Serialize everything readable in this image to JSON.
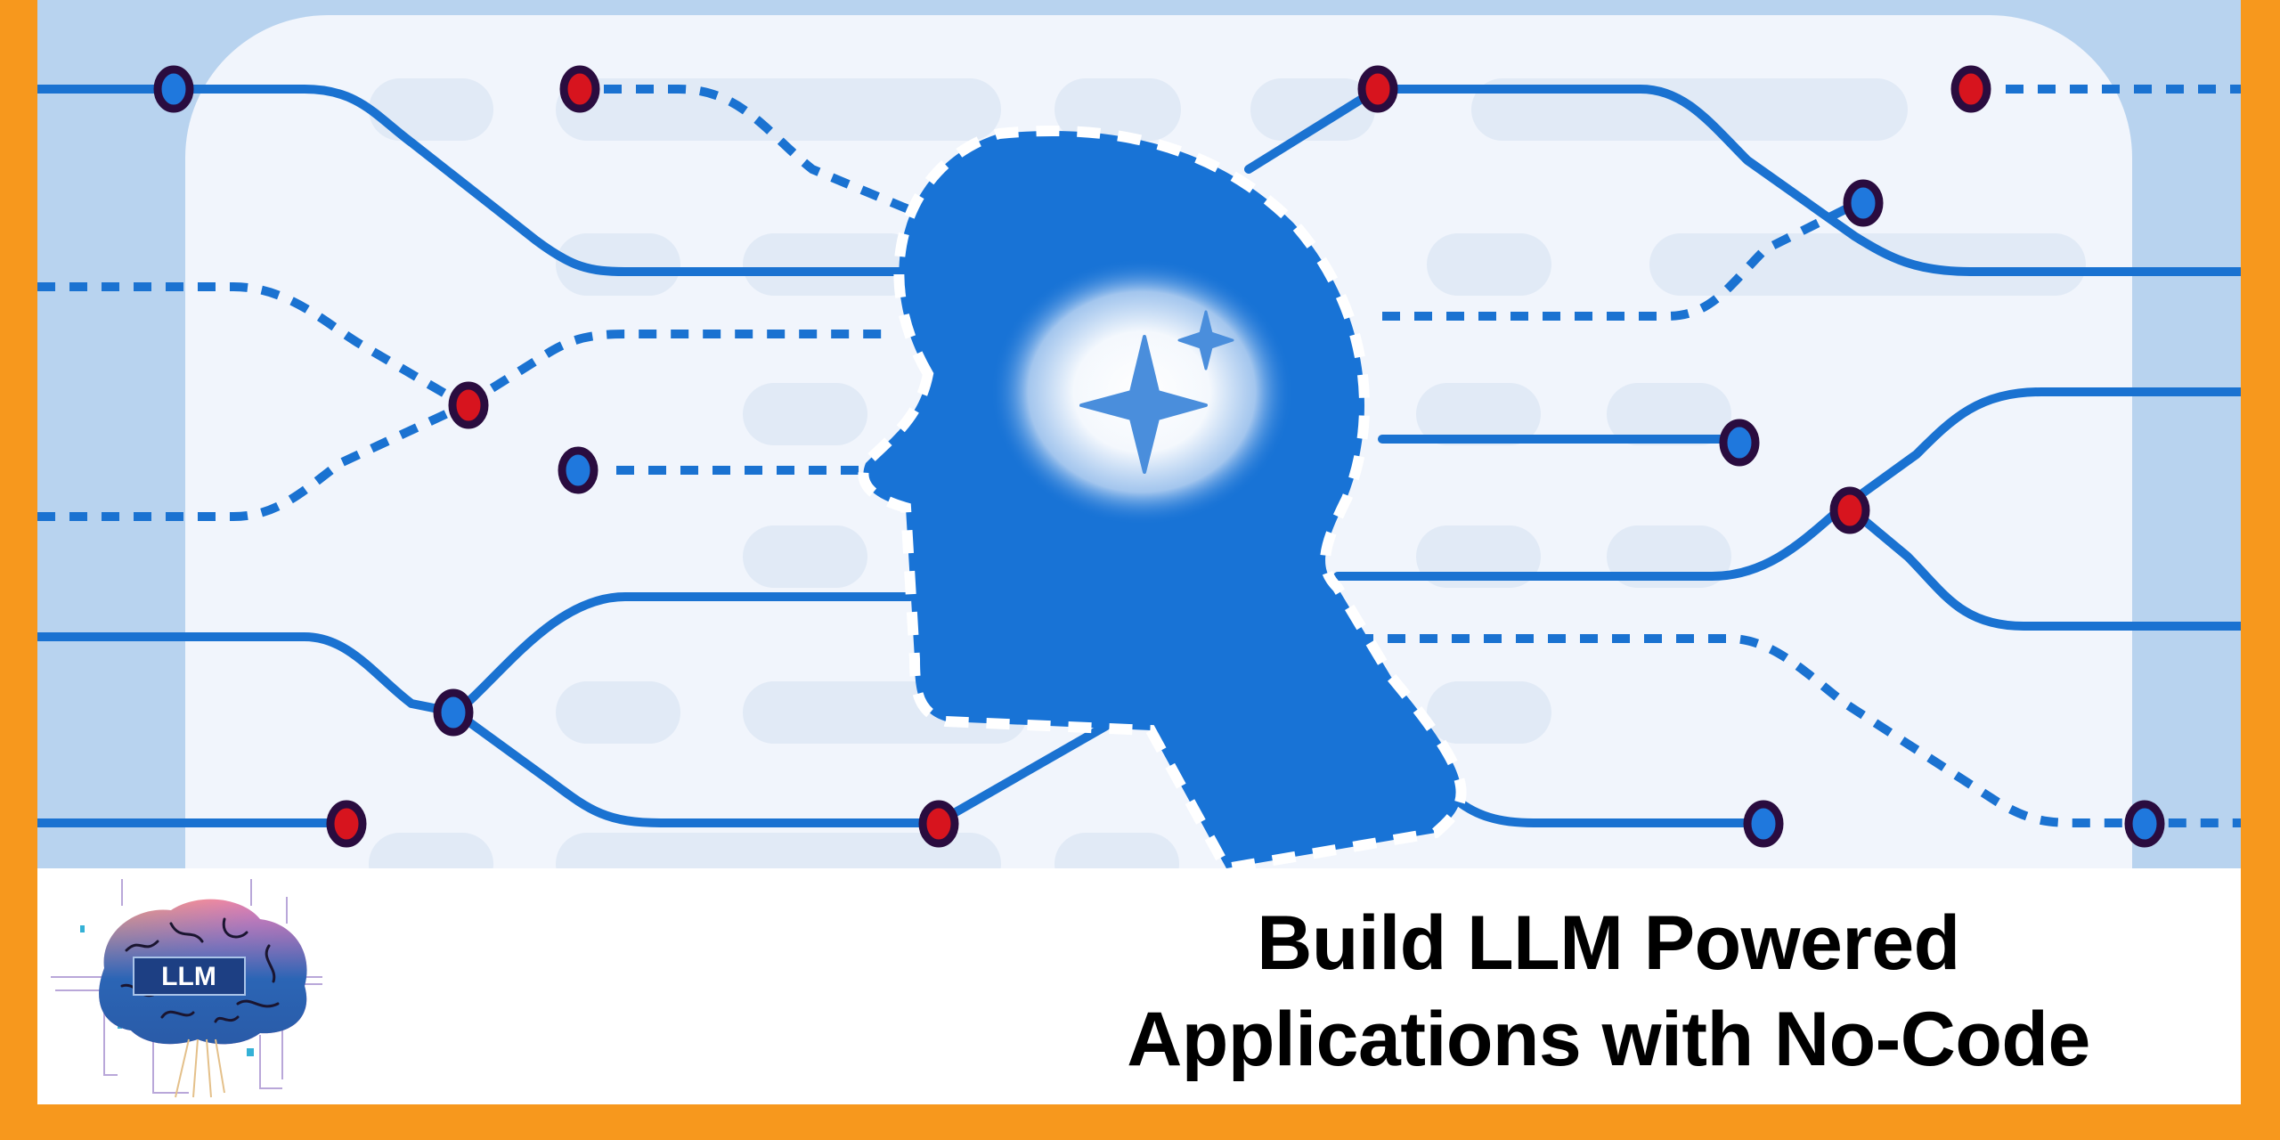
{
  "banner": {
    "title_line1": "Build LLM Powered",
    "title_line2": "Applications with No-Code",
    "logo_text": "LLM"
  },
  "icons": {
    "head": "ai-head-silhouette-icon",
    "sparkle_large": "sparkle-icon",
    "sparkle_small": "sparkle-small-icon",
    "logo": "brain-circuit-logo-icon"
  },
  "colors": {
    "frame_orange": "#F7981D",
    "hero_background": "#B8D3EF",
    "panel_background": "#F1F5FC",
    "line_blue": "#1A72D1",
    "head_blue": "#1873D6",
    "node_red": "#D7141E",
    "node_blue": "#1F78DD",
    "node_outline": "#2A0C3F",
    "title_text": "#000000"
  }
}
